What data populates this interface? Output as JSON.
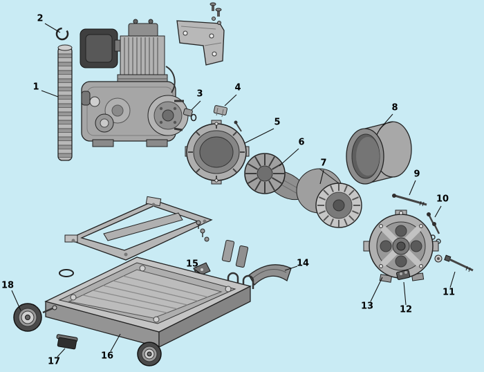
{
  "diagram": {
    "type": "exploded-parts-diagram",
    "callouts": [
      {
        "label": "1",
        "part": "flex-exhaust-tube"
      },
      {
        "label": "2",
        "part": "clamp-ring"
      },
      {
        "label": "3",
        "part": "pipe-fitting"
      },
      {
        "label": "4",
        "part": "hex-nipple"
      },
      {
        "label": "5",
        "part": "front-housing-ring"
      },
      {
        "label": "6",
        "part": "rotor-with-fan"
      },
      {
        "label": "7",
        "part": "stator-core"
      },
      {
        "label": "8",
        "part": "outer-sleeve"
      },
      {
        "label": "9",
        "part": "long-stud"
      },
      {
        "label": "10",
        "part": "screw-set"
      },
      {
        "label": "11",
        "part": "through-bolt"
      },
      {
        "label": "12",
        "part": "terminal-block"
      },
      {
        "label": "13",
        "part": "end-bell-housing"
      },
      {
        "label": "14",
        "part": "rubber-cushion"
      },
      {
        "label": "15",
        "part": "small-bracket"
      },
      {
        "label": "16",
        "part": "base-frame"
      },
      {
        "label": "17",
        "part": "rubber-foot"
      },
      {
        "label": "18",
        "part": "wheel"
      }
    ],
    "colors": {
      "background": "#c9ebf4",
      "line": "#1b1b1b",
      "metal_light": "#d6d6d6",
      "metal_mid": "#a8a8a8",
      "metal_dark": "#4a4a4a"
    }
  }
}
